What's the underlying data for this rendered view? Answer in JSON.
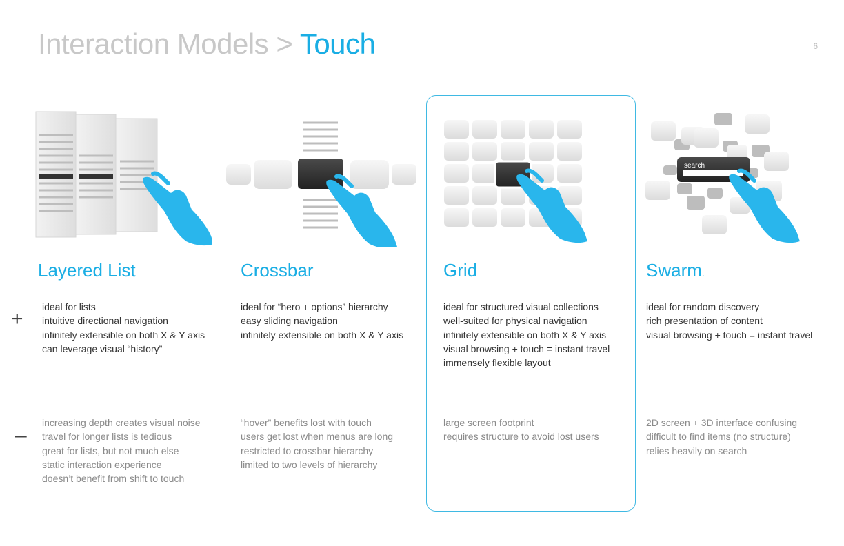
{
  "header": {
    "crumb": "Interaction Models",
    "separator": ">",
    "current": "Touch",
    "page_number": "6"
  },
  "signs": {
    "plus": "+",
    "minus": "–"
  },
  "columns": [
    {
      "title": "Layered List",
      "pros": [
        "ideal for lists",
        "intuitive directional navigation",
        "infinitely extensible on both X & Y axis",
        "can leverage visual “history”"
      ],
      "cons": [
        "increasing depth creates visual noise",
        "travel for longer lists is tedious",
        "great for lists, but not much else",
        "static interaction experience",
        "doesn’t benefit from shift to touch"
      ]
    },
    {
      "title": "Crossbar",
      "pros": [
        "ideal for “hero + options” hierarchy",
        "easy sliding navigation",
        "infinitely extensible on both X & Y axis"
      ],
      "cons": [
        "“hover” benefits lost with touch",
        "users get lost when menus are long",
        "restricted to crossbar hierarchy",
        "limited to two levels of hierarchy"
      ]
    },
    {
      "title": "Grid",
      "pros": [
        "ideal for structured visual collections",
        "well-suited for physical navigation",
        "infinitely extensible on both X & Y axis",
        "visual browsing + touch = instant travel",
        "immensely flexible layout"
      ],
      "cons": [
        "large screen footprint",
        "requires structure to avoid lost users"
      ]
    },
    {
      "title": "Swarm",
      "title_suffix": ".",
      "search_label": "search",
      "pros": [
        "ideal for random discovery",
        "rich presentation of content",
        "visual browsing + touch = instant travel"
      ],
      "cons": [
        "2D screen + 3D interface confusing",
        "difficult to find items (no structure)",
        "relies heavily on search"
      ]
    }
  ],
  "colors": {
    "accent": "#1aaee4",
    "hand": "#29b6ec",
    "dark_tile": "#333333",
    "light_tile": "#e6e6e6"
  }
}
